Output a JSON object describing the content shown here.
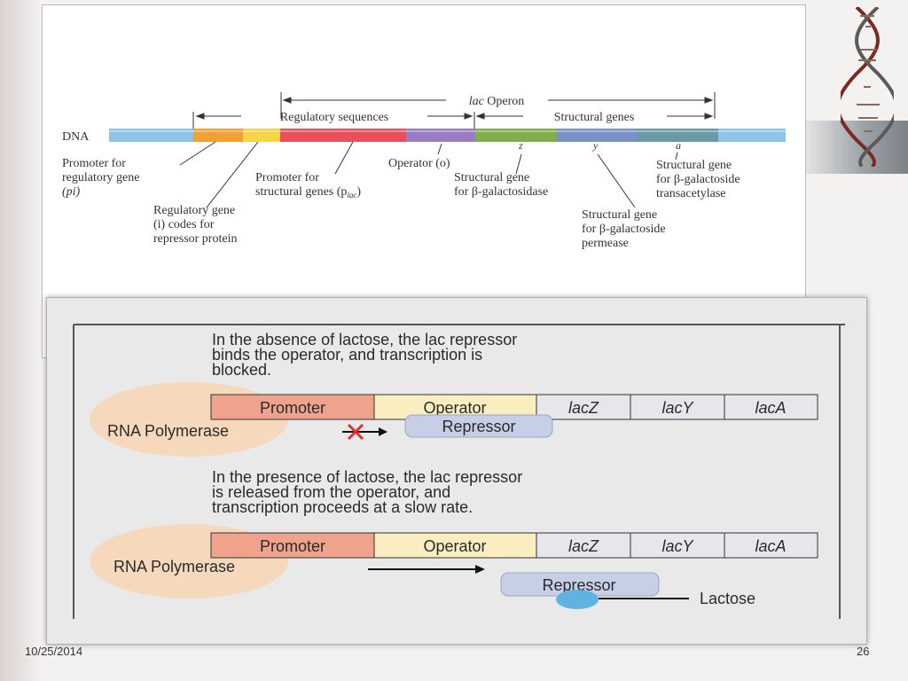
{
  "top_figure": {
    "dna_label": "DNA",
    "lac_operon_italic": "lac",
    "lac_operon_rest": " Operon",
    "regulatory_sequences": "Regulatory sequences",
    "structural_genes": "Structural genes",
    "gene_letters": {
      "z": "z",
      "y": "y",
      "a": "a"
    },
    "promoter_regulatory": [
      "Promoter for",
      "regulatory gene",
      "(pi)"
    ],
    "regulatory_gene": [
      "Regulatory gene",
      "(i) codes for",
      "repressor protein"
    ],
    "promoter_structural_line1": "Promoter for",
    "promoter_structural_line2_prefix": "structural genes (p",
    "promoter_structural_subscript": "lac",
    "promoter_structural_line2_suffix": ")",
    "operator": "Operator (o)",
    "structural_z": [
      "Structural gene",
      "for β-galactosidase"
    ],
    "structural_y": [
      "Structural gene",
      "for β-galactoside",
      "permease"
    ],
    "structural_a": [
      "Structural gene",
      "for β-galactoside",
      "transacetylase"
    ]
  },
  "bottom_figure": {
    "absence_text": [
      "In the absence of lactose, the lac repressor",
      "binds the operator, and transcription is",
      "blocked."
    ],
    "presence_text": [
      "In the presence of lactose, the lac repressor",
      "is released from the operator, and",
      "transcription proceeds at a slow rate."
    ],
    "boxes": [
      "Promoter",
      "Operator",
      "lacZ",
      "lacY",
      "lacA"
    ],
    "rna_polymerase": "RNA Polymerase",
    "repressor": "Repressor",
    "lactose": "Lactose"
  },
  "footer": {
    "date": "10/25/2014",
    "page": "26"
  },
  "colors": {
    "promoter_box": "#f0a38c",
    "operator_box": "#faeec0",
    "gene_box": "#e6e6ec",
    "polymerase_ellipse": "#f6d9bd",
    "repressor_box": "#c6cfe6",
    "lactose_dot": "#5eb3e0",
    "blocked_x": "#e0302a"
  }
}
